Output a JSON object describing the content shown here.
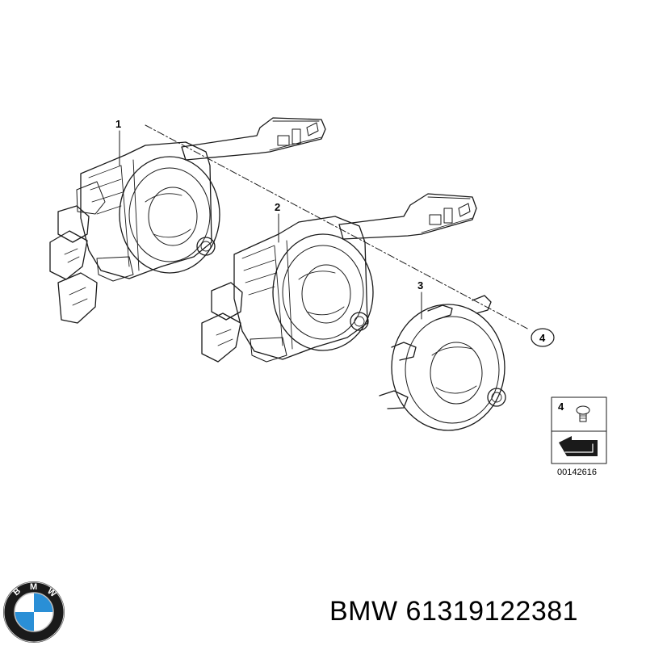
{
  "diagram": {
    "callouts": [
      "1",
      "2",
      "3",
      "4"
    ],
    "legend_callout": "4",
    "diagram_number": "00142616"
  },
  "logo": {
    "letters": "BMW",
    "ring_color": "#1a1a1a",
    "quadrant_blue": "#2a8fd6",
    "quadrant_white": "#ffffff"
  },
  "caption": {
    "brand": "BMW",
    "part_number": "61319122381"
  },
  "colors": {
    "line": "#1a1a1a",
    "background": "#ffffff"
  }
}
